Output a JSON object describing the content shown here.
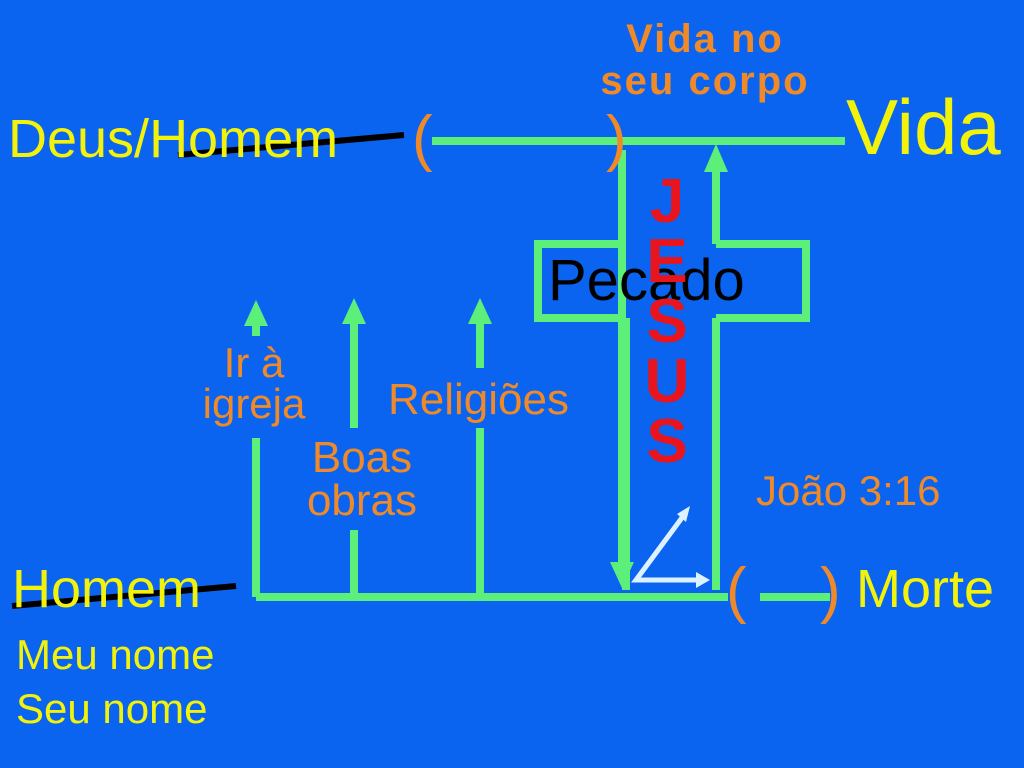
{
  "top_caption": {
    "line1": "Vida no",
    "line2": "seu corpo"
  },
  "labels": {
    "deus_homem": "Deus/Homem",
    "vida": "Vida",
    "pecado": "Pecado",
    "homem": "Homem",
    "morte": "Morte",
    "meu_nome": "Meu nome",
    "seu_nome": "Seu nome",
    "joao": "João 3:16",
    "paren_open": "(",
    "paren_close": ")"
  },
  "attempts": {
    "igreja": {
      "line1": "Ir à",
      "line2": "igreja"
    },
    "boas_obras": {
      "line1": "Boas",
      "line2": "obras"
    },
    "religioes": "Religiões"
  },
  "jesus_letters": [
    "J",
    "E",
    "S",
    "U",
    "S"
  ],
  "colors": {
    "background": "#0A64F0",
    "line_green": "#5CF07A",
    "text_yellow": "#F2F20A",
    "text_orange": "#F08A28",
    "text_red": "#E8141E",
    "strike_black": "#000000",
    "arrow_light": "#DDF2FF"
  }
}
